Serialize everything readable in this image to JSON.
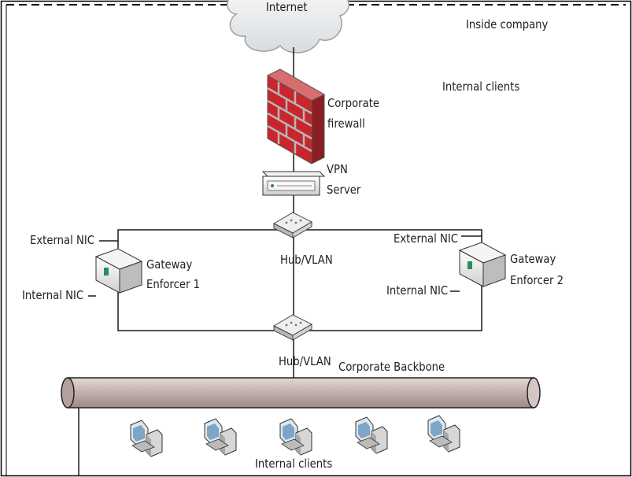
{
  "labels": {
    "internet": "Internet",
    "inside_company": "Inside company",
    "internal_clients_top": "Internal clients",
    "corporate_firewall_line1": "Corporate",
    "corporate_firewall_line2": "firewall",
    "vpn_line1": "VPN",
    "vpn_line2": "Server",
    "external_nic_left": "External NIC",
    "external_nic_right": "External NIC",
    "internal_nic_left": "Internal NIC",
    "internal_nic_right": "Internal NIC",
    "gateway1_line1": "Gateway",
    "gateway1_line2": "Enforcer 1",
    "gateway2_line1": "Gateway",
    "gateway2_line2": "Enforcer 2",
    "hub_top": "Hub/VLAN",
    "hub_bottom": "Hub/VLAN",
    "backbone": "Corporate Backbone",
    "internal_clients_bottom": "Internal clients"
  },
  "icons": [
    "cloud-icon",
    "firewall-icon",
    "vpn-server-icon",
    "hub-icon",
    "gateway-enforcer-icon",
    "workstation-icon",
    "backbone-pipe"
  ],
  "colors": {
    "line": "#1a1a1a",
    "cloud_fill": "#e6e8ea",
    "firewall_brick": "#c8262c",
    "firewall_mortar": "#a8a8a8",
    "pipe_fill": "#c9b7b3",
    "device_fill": "#e9e9e9"
  }
}
